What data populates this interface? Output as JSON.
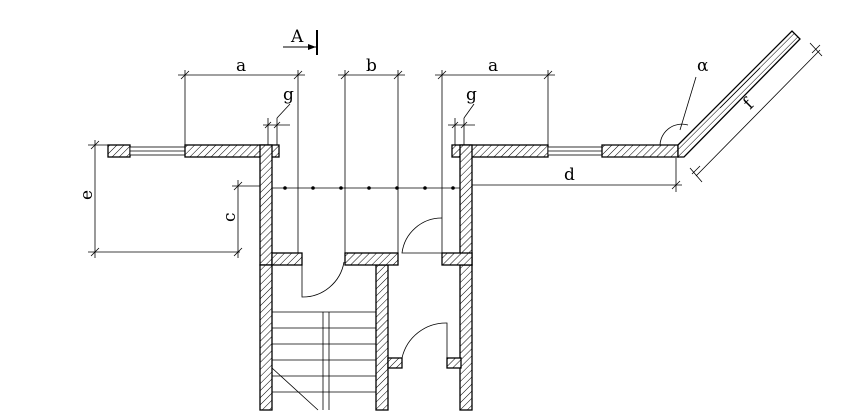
{
  "drawing": {
    "section_mark": "A",
    "dimensions": {
      "a_left": "a",
      "b": "b",
      "a_right": "a",
      "g_left": "g",
      "g_right": "g",
      "c": "c",
      "d": "d",
      "e": "e",
      "f": "f",
      "alpha": "α"
    }
  }
}
